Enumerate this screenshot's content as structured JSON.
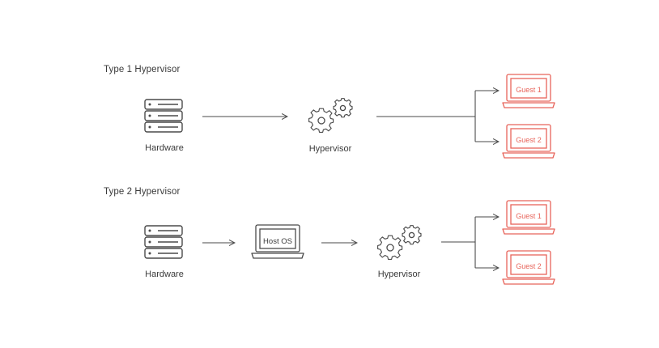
{
  "colors": {
    "line": "#4a4a4a",
    "accent": "#e8645a"
  },
  "type1": {
    "title": "Type 1 Hypervisor",
    "hardware_label": "Hardware",
    "hypervisor_label": "Hypervisor",
    "guests": [
      "Guest 1",
      "Guest 2"
    ]
  },
  "type2": {
    "title": "Type 2 Hypervisor",
    "hardware_label": "Hardware",
    "host_os_label": "Host OS",
    "hypervisor_label": "Hypervisor",
    "guests": [
      "Guest 1",
      "Guest 2"
    ]
  }
}
